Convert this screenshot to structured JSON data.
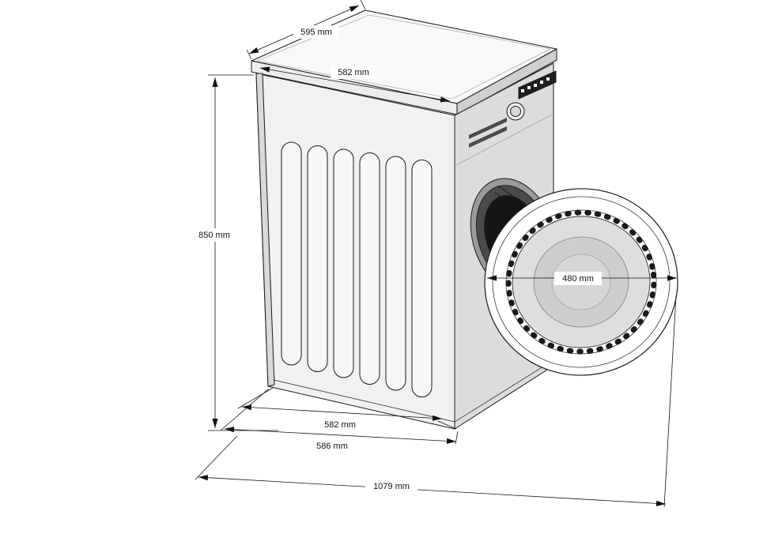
{
  "dimensions": {
    "top_depth": "595 mm",
    "top_width": "582 mm",
    "height": "850 mm",
    "door_diameter": "480 mm",
    "bottom_width": "582 mm",
    "bottom_depth": "586 mm",
    "overall_width_door_open": "1079 mm"
  },
  "colors": {
    "line": "#1a1a1a",
    "background": "#ffffff"
  }
}
